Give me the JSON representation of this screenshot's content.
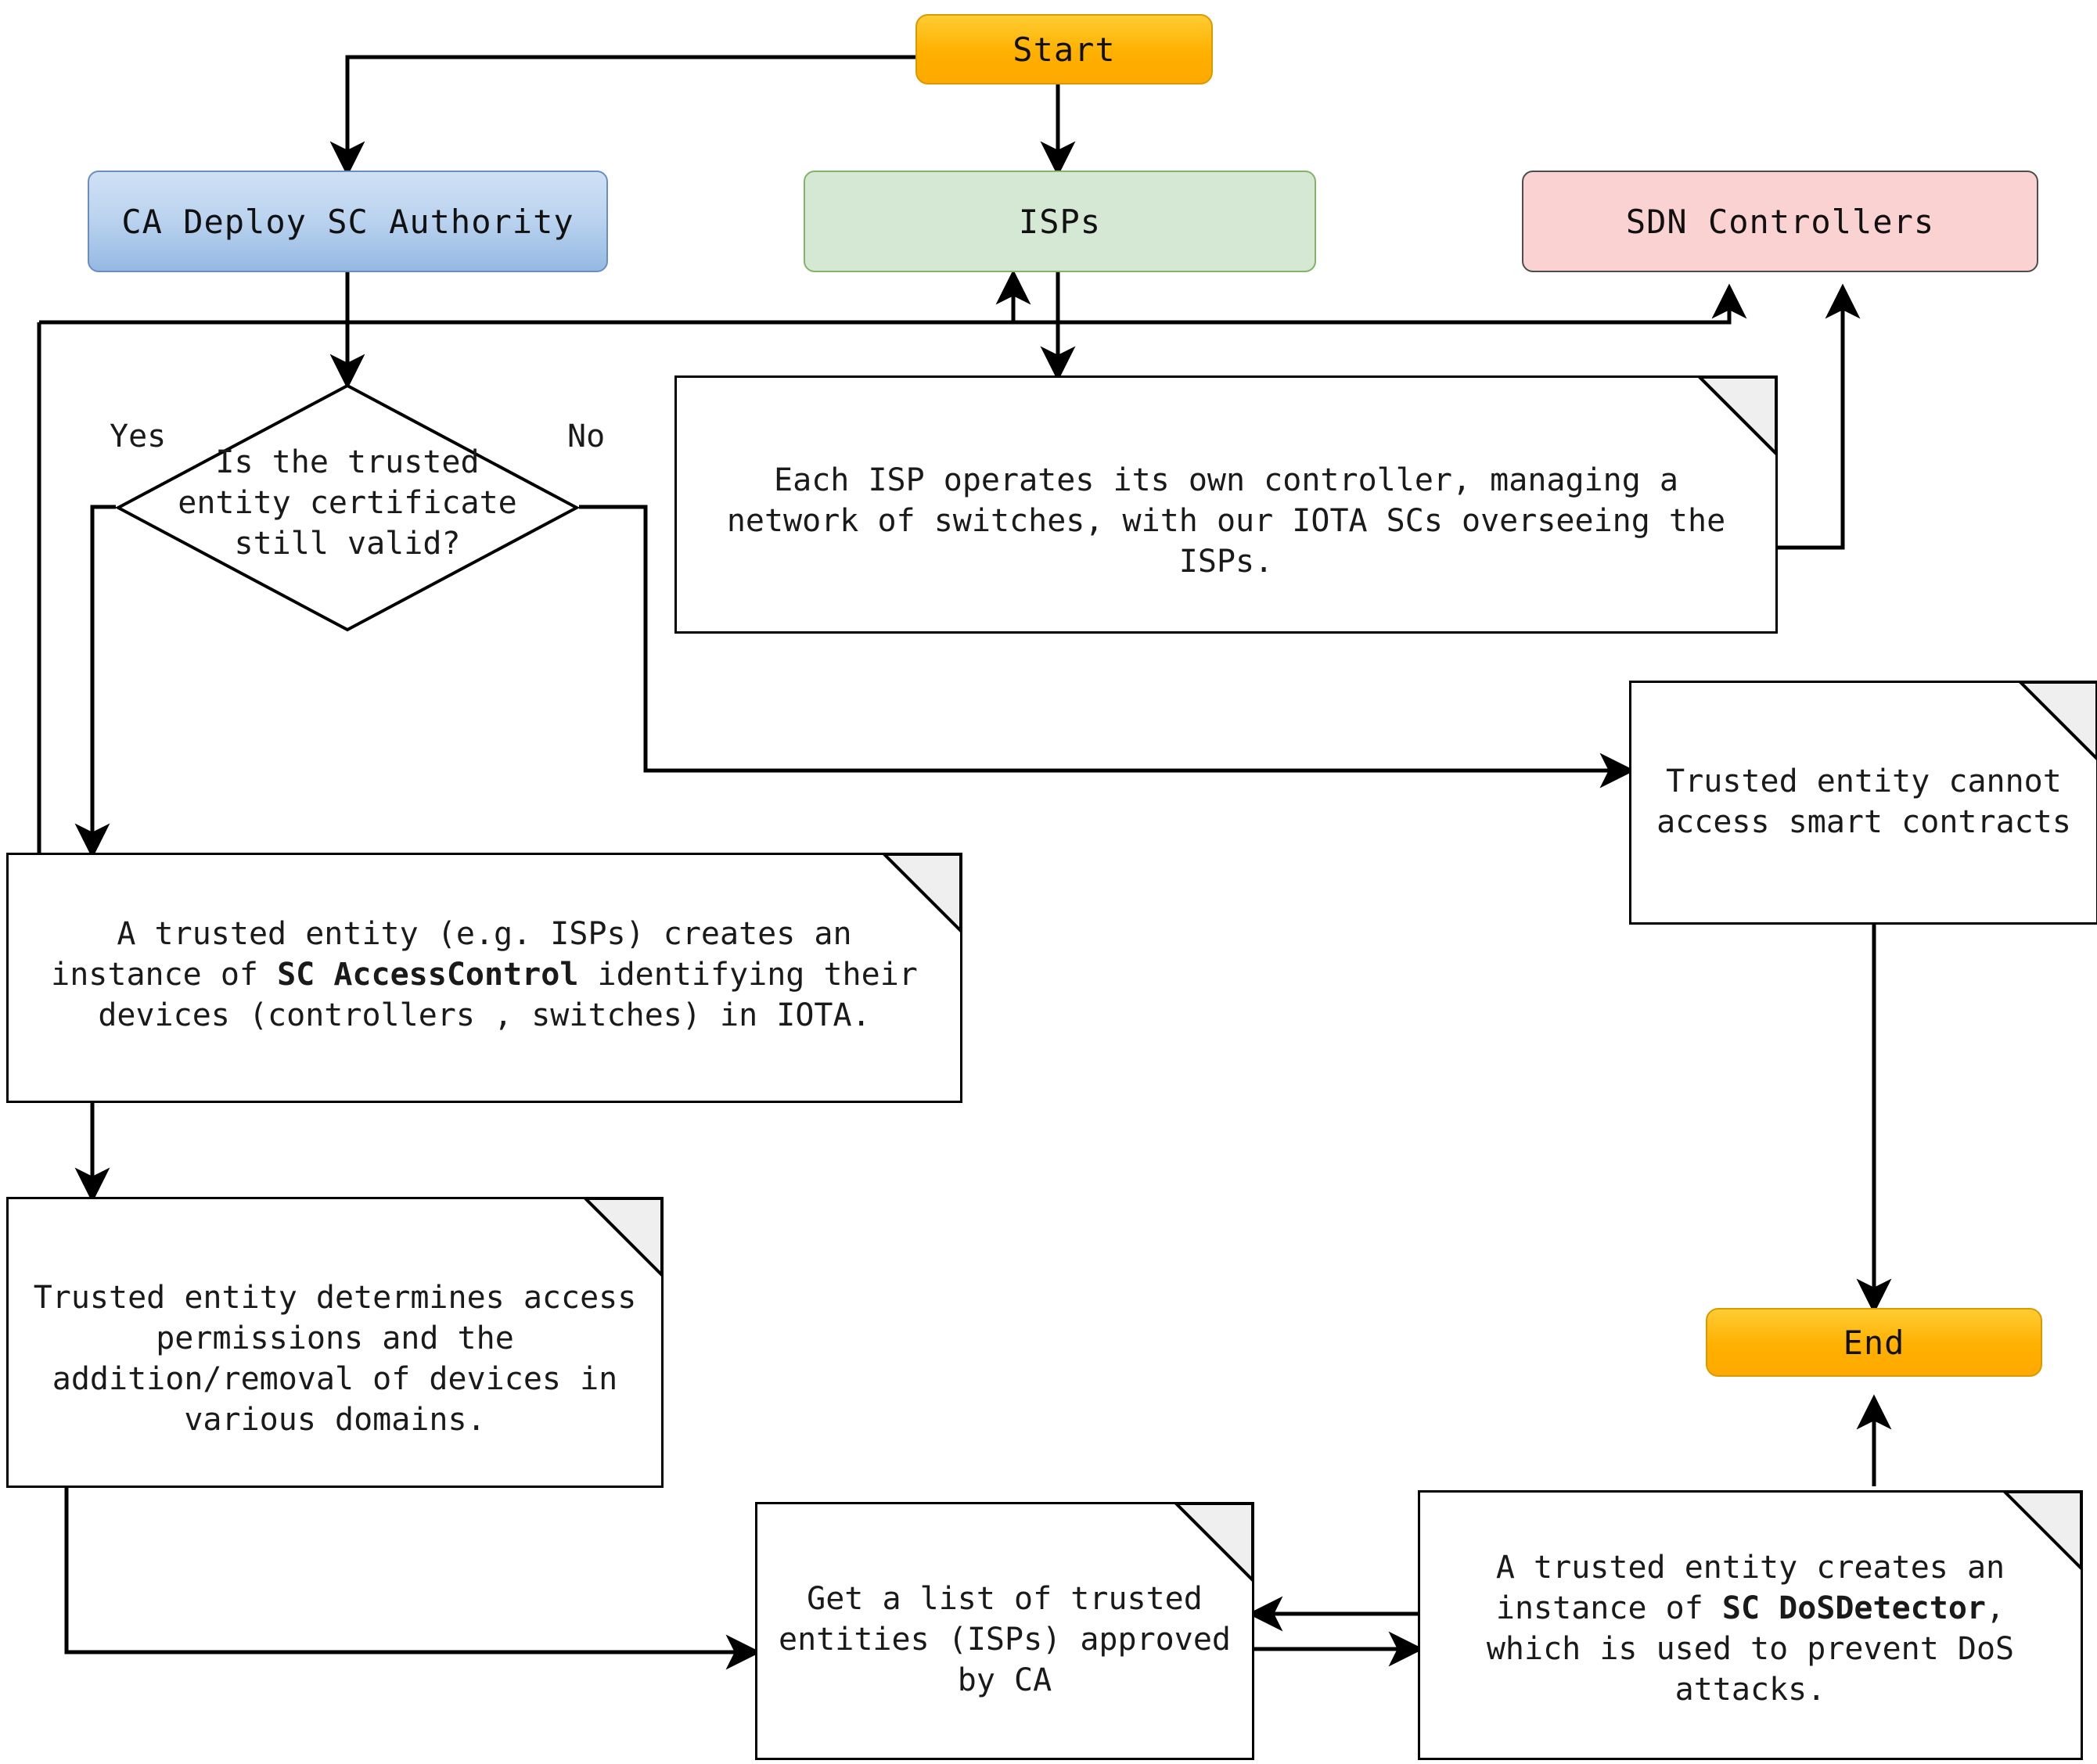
{
  "diagram": {
    "title": "IOTA SDN trusted-entity smart contract flowchart",
    "colors": {
      "terminator_fill": "#ffb000",
      "terminator_stroke": "#d79b00",
      "process_blue_fill": "#bcd4ef",
      "process_blue_stroke": "#6c8ebf",
      "process_green_fill": "#d5e8d4",
      "process_green_stroke": "#82b366",
      "process_pink_fill": "#fad2d2",
      "process_pink_stroke": "#4d4d4d",
      "note_fill": "#ffffff",
      "note_stroke": "#000000",
      "note_fold": "#efefef",
      "edge": "#000000"
    },
    "nodes": {
      "start": {
        "label": "Start",
        "shape": "terminator"
      },
      "ca": {
        "label": "CA Deploy SC Authority",
        "shape": "process"
      },
      "isps": {
        "label": "ISPs",
        "shape": "process"
      },
      "sdn": {
        "label": "SDN Controllers",
        "shape": "process"
      },
      "decision": {
        "label": "Is the trusted\nentity certificate\nstill valid?",
        "shape": "decision"
      },
      "isp_note": {
        "label": "Each ISP operates its own controller, managing a\nnetwork of switches, with our IOTA SCs overseeing the\nISPs.",
        "shape": "note"
      },
      "cannot_access": {
        "label": "Trusted entity cannot\naccess smart contracts",
        "shape": "note"
      },
      "access_control": {
        "line1": "A trusted entity (e.g. ISPs) creates an",
        "line2_pre": "instance of ",
        "line2_bold": "SC AccessControl",
        "line2_post": " identifying their",
        "line3": "devices (controllers , switches) in IOTA.",
        "shape": "note"
      },
      "determines": {
        "label": "Trusted entity determines access\npermissions and the\naddition/removal of devices in\nvarious domains.",
        "shape": "note"
      },
      "get_list": {
        "label": "Get a list of trusted\nentities (ISPs) approved\nby CA",
        "shape": "note"
      },
      "dos_detector": {
        "line1": "A trusted entity creates an",
        "line2_pre": "instance of ",
        "line2_bold": "SC DoSDetector",
        "line2_post": ",",
        "line3": "which is used to prevent DoS",
        "line4": "attacks.",
        "shape": "note"
      },
      "end": {
        "label": "End",
        "shape": "terminator"
      }
    },
    "edge_labels": {
      "yes": "Yes",
      "no": "No"
    }
  }
}
